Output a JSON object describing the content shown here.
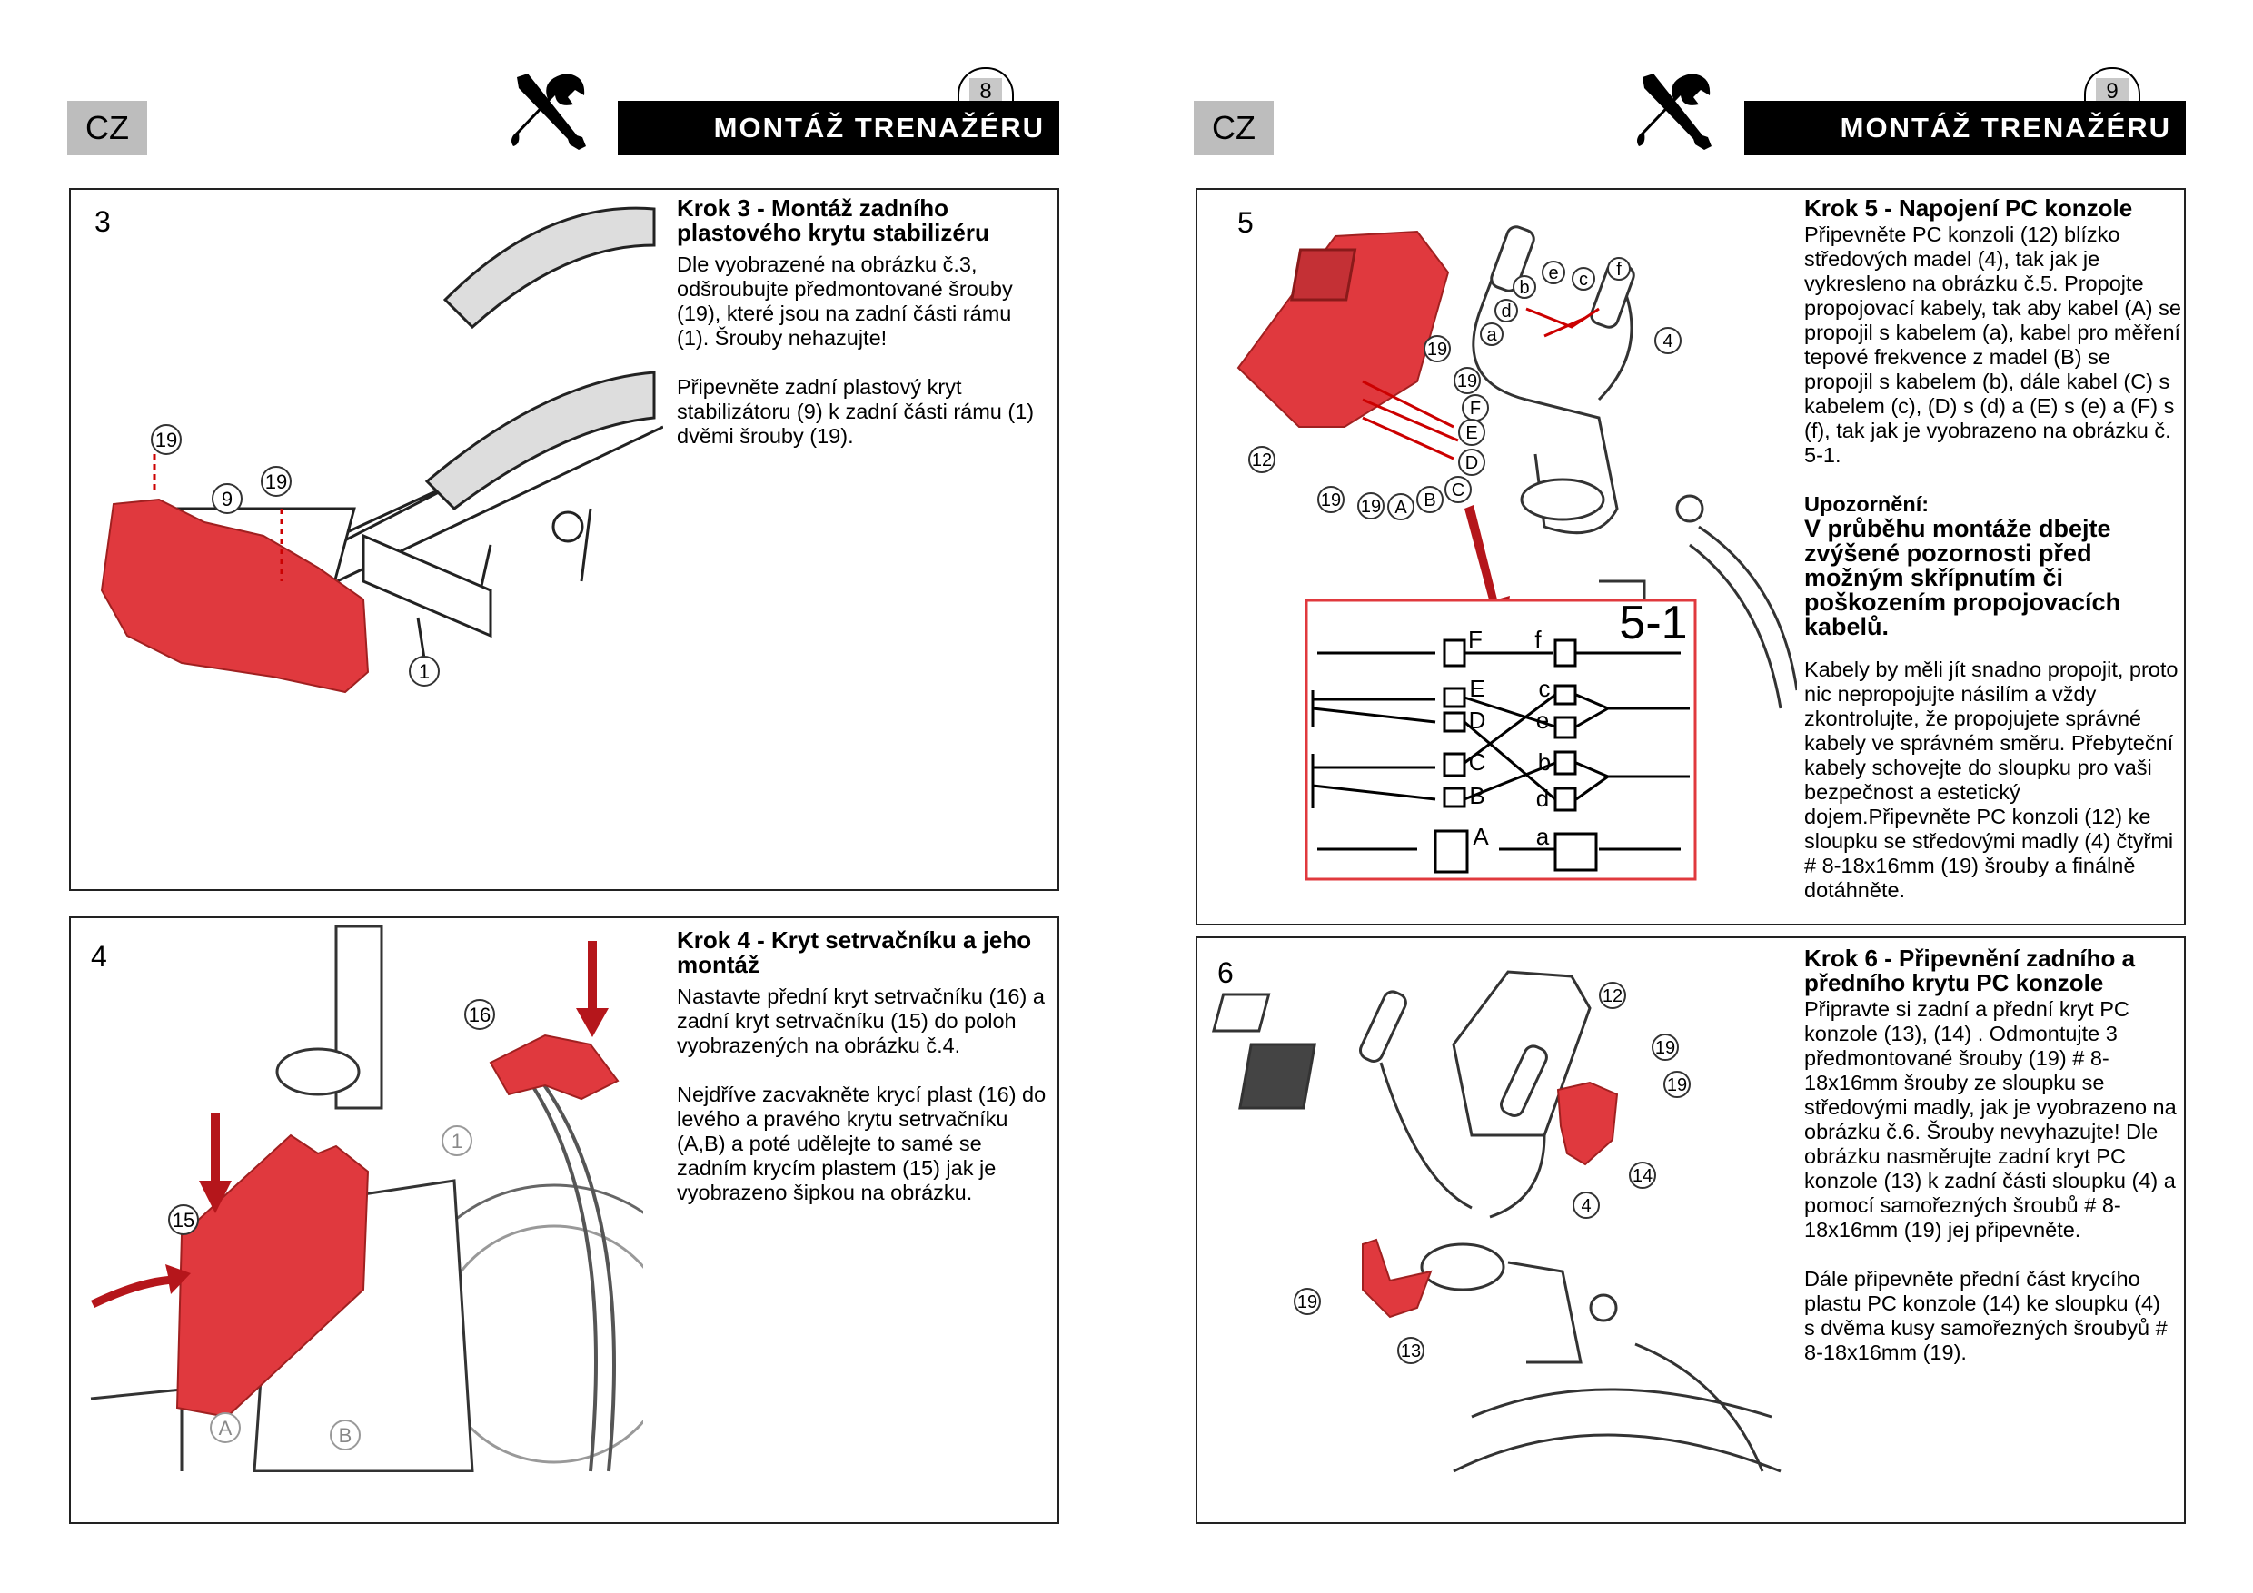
{
  "pages": [
    {
      "lang": "CZ",
      "page_number": "8",
      "header_title": "MONTÁŽ TRENAŽÉRU",
      "icon": "tools-icon"
    },
    {
      "lang": "CZ",
      "page_number": "9",
      "header_title": "MONTÁŽ TRENAŽÉRU",
      "icon": "tools-icon"
    }
  ],
  "steps": {
    "step3": {
      "number": "3",
      "title": "Krok 3 - Montáž zadního plastového krytu stabilizéru",
      "paragraphs": [
        "Dle vyobrazené na obrázku č.3, odšroubujte předmontované šrouby (19), které jsou na zadní části rámu (1). Šrouby nehazujte!",
        "Připevněte zadní plastový kryt stabilizátoru (9) k zadní části rámu (1) dvěmi šrouby (19)."
      ],
      "callouts": [
        "19",
        "9",
        "19",
        "1"
      ]
    },
    "step4": {
      "number": "4",
      "title": "Krok 4 - Kryt setrvačníku a jeho montáž",
      "paragraphs": [
        "Nastavte přední kryt setrvačníku (16) a zadní kryt setrvačníku (15) do poloh vyobrazených na obrázku č.4.",
        "Nejdříve zacvakněte krycí plast (16) do levého a pravého krytu setrvačníku (A,B) a poté udělejte to samé se zadním krycím plastem (15) jak je vyobrazeno šipkou na obrázku."
      ],
      "callouts": [
        "16",
        "1",
        "15",
        "A",
        "B"
      ]
    },
    "step5": {
      "number": "5",
      "title": "Krok 5 - Napojení PC konzole",
      "paragraphs": [
        "Připevněte PC konzoli (12) blízko středových madel (4), tak jak je vykresleno na obrázku č.5. Propojte propojovací kabely, tak aby kabel (A) se propojil s kabelem (a), kabel pro měření tepové frekvence z madel (B) se propojil s kabelem (b), dále kabel (C) s kabelem (c), (D) s (d) a (E) s (e) a (F) s (f), tak jak je vyobrazeno na obrázku č. 5-1."
      ],
      "warning_label": "Upozornění:",
      "warning_text": "V průběhu montáže dbejte zvýšené pozornosti před možným skřípnutím či poškozením propojovacích kabelů.",
      "paragraph_after": "Kabely by měli jít snadno propojit, proto nic nepropojujte násilím a vždy zkontrolujte, že propojujete správné kabely ve správném směru. Přebyteční kabely schovejte do sloupku pro vaši bezpečnost a estetický dojem.Připevněte PC konzoli (12) ke sloupku se středovými madly (4) čtyřmi # 8-18x16mm (19) šrouby a finálně dotáhněte.",
      "callouts": [
        "12",
        "19",
        "19",
        "F",
        "E",
        "D",
        "C",
        "B",
        "A",
        "19",
        "19",
        "4",
        "d",
        "a",
        "b",
        "e",
        "c",
        "f"
      ],
      "inset": {
        "label": "5-1",
        "connectors": [
          "F",
          "f",
          "E",
          "c",
          "D",
          "e",
          "C",
          "b",
          "B",
          "d",
          "A",
          "a"
        ]
      }
    },
    "step6": {
      "number": "6",
      "title": "Krok 6 - Připevnění zadního a předního krytu PC konzole",
      "paragraphs": [
        "Připravte si zadní a přední kryt PC konzole (13), (14) . Odmontujte 3 předmontované šrouby (19) # 8-18x16mm šrouby ze sloupku se středovými madly, jak je vyobrazeno na obrázku č.6. Šrouby nevyhazujte! Dle obrázku nasměrujte zadní kryt PC konzole (13) k zadní části sloupku (4) a pomocí samořezných šroubů # 8-18x16mm (19) jej připevněte.",
        "Dále připevněte přední část krycího plastu PC konzole (14) ke sloupku (4) s dvěma kusy samořezných šroubyů # 8-18x16mm (19)."
      ],
      "callouts": [
        "12",
        "19",
        "19",
        "14",
        "4",
        "19",
        "13"
      ]
    }
  },
  "colors": {
    "highlight_red": "#e0393e",
    "arrow_red": "#b5161b",
    "header_bg": "#000000",
    "lang_badge_bg": "#bdbdbd"
  }
}
